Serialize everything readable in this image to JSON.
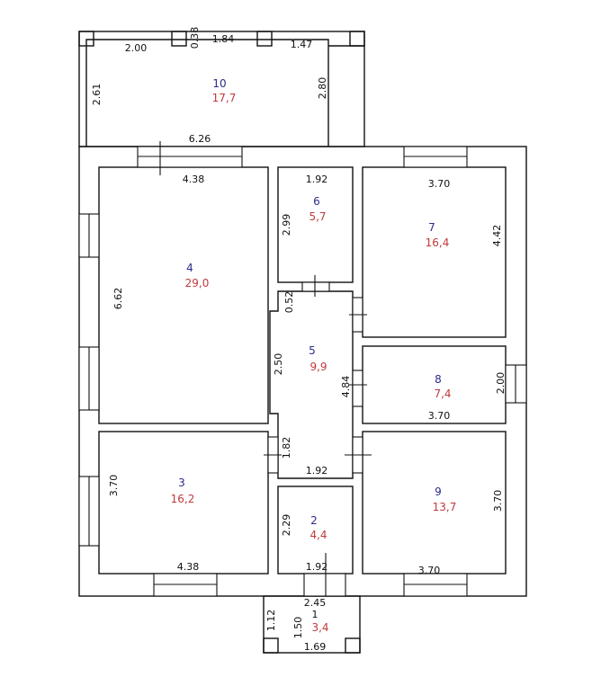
{
  "colors": {
    "room_number": "#2b2b8c",
    "room_area": "#c0393b",
    "lines": "#111111"
  },
  "rooms": [
    {
      "number": "1",
      "area": "3,4",
      "dims": [
        "2.45",
        "1.12",
        "1.50",
        "1.69"
      ]
    },
    {
      "number": "2",
      "area": "4,4",
      "dims": [
        "2.29",
        "1.92"
      ]
    },
    {
      "number": "3",
      "area": "16,2",
      "dims": [
        "3.70",
        "4.38"
      ]
    },
    {
      "number": "4",
      "area": "29,0",
      "dims": [
        "4.38",
        "6.62"
      ]
    },
    {
      "number": "5",
      "area": "9,9",
      "dims": [
        "0.52",
        "2.50",
        "4.84",
        "1.82",
        "1.92"
      ]
    },
    {
      "number": "6",
      "area": "5,7",
      "dims": [
        "1.92",
        "2.99"
      ]
    },
    {
      "number": "7",
      "area": "16,4",
      "dims": [
        "3.70",
        "4.42"
      ]
    },
    {
      "number": "8",
      "area": "7,4",
      "dims": [
        "2.00",
        "3.70"
      ]
    },
    {
      "number": "9",
      "area": "13,7",
      "dims": [
        "3.70",
        "3.70"
      ]
    },
    {
      "number": "10",
      "area": "17,7",
      "dims": [
        "2.00",
        "0.38",
        "1.84",
        "1.47",
        "2.61",
        "2.80",
        "6.26"
      ]
    }
  ]
}
